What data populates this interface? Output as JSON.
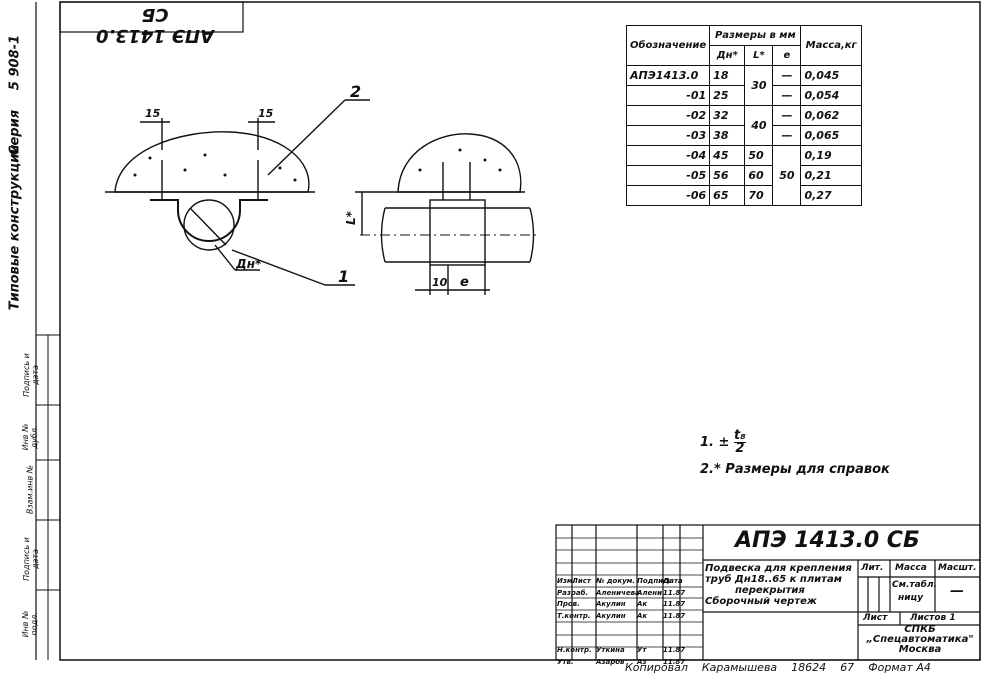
{
  "stamp_code": "АПЭ 1413.0 СБ",
  "series_strip": {
    "series_text": "5 908-1",
    "series_word": "Серия",
    "title_word": "Типовые конструкции"
  },
  "side_strip_labels": [
    "Инв № подл.",
    "Подпись и дата",
    "Взам.инв №",
    "Инв № дубл.",
    "Подпись и дата"
  ],
  "drawing": {
    "dim_left_1": "15",
    "dim_left_2": "15",
    "callout_2": "2",
    "callout_1": "1",
    "label_dn": "Дн*",
    "label_L": "L*",
    "dim_10": "10",
    "dim_e": "e"
  },
  "table": {
    "header_group": "Размеры в мм",
    "col_designation": "Обозначение",
    "col_dn": "Дн*",
    "col_L": "L*",
    "col_e": "e",
    "col_mass": "Масса,кг",
    "rows": [
      {
        "designation": "АПЭ1413.0",
        "dn": "18",
        "mass": "0,045"
      },
      {
        "designation": "-01",
        "dn": "25",
        "mass": "0,054"
      },
      {
        "designation": "-02",
        "dn": "32",
        "mass": "0,062"
      },
      {
        "designation": "-03",
        "dn": "38",
        "mass": "0,065"
      },
      {
        "designation": "-04",
        "dn": "45",
        "mass": "0,19"
      },
      {
        "designation": "-05",
        "dn": "56",
        "mass": "0,21"
      },
      {
        "designation": "-06",
        "dn": "65",
        "mass": "0,27"
      }
    ],
    "L_values": {
      "group1": "30",
      "group2": "40",
      "r5": "50",
      "r6": "60",
      "r7": "70"
    },
    "e_values": {
      "dash": "—",
      "group": "50"
    }
  },
  "notes": {
    "note1_prefix": "1.",
    "note1_sign": "±",
    "note1_num": "t₈",
    "note1_den": "2",
    "note2": "2.* Размеры для справок"
  },
  "title_block": {
    "code": "АПЭ 1413.0 СБ",
    "description_line1": "Подвеска для крепления",
    "description_line2": "труб Дн18..65 к плитам",
    "description_line3": "перекрытия",
    "doc_type": "Сборочный чертеж",
    "lit": "Лит.",
    "mass": "Масса",
    "scale": "Масшт.",
    "mass_value": "См.табл.",
    "mass_value2": "ницу",
    "scale_value": "—",
    "sheet": "Лист",
    "sheets": "Листов 1",
    "org1": "СПКБ",
    "org2": "„Спецавтоматика\"",
    "org3": "Москва",
    "header_row": [
      "Изм.",
      "Лист",
      "№ докум.",
      "Подпись",
      "Дата"
    ],
    "people": [
      {
        "role": "Разраб.",
        "name": "Аленичева",
        "sign": "Алени",
        "date": "11.87"
      },
      {
        "role": "Пров.",
        "name": "Акулин",
        "sign": "Ак",
        "date": "11.87"
      },
      {
        "role": "Т.контр.",
        "name": "Акулин",
        "sign": "Ак",
        "date": "11.87"
      },
      {
        "role": "Н.контр.",
        "name": "Уткина",
        "sign": "Ут",
        "date": "11.87"
      },
      {
        "role": "Утв.",
        "name": "Азаров",
        "sign": "Аз",
        "date": "11.87"
      }
    ]
  },
  "footer": {
    "copied": "Копировал",
    "copier": "Карамышева",
    "number": "18624",
    "num2": "67",
    "format": "Формат А4"
  }
}
